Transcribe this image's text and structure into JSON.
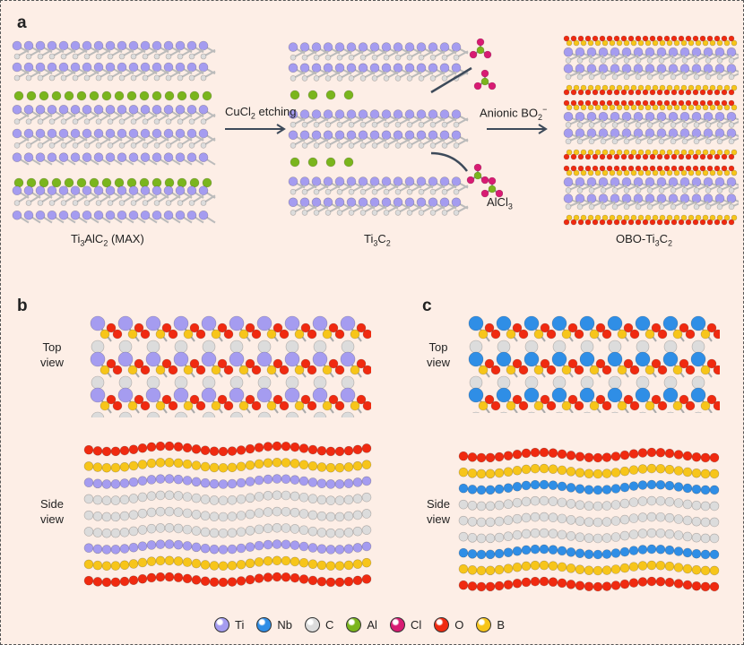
{
  "panels": {
    "a": "a",
    "b": "b",
    "c": "c"
  },
  "panel_a": {
    "max_label": {
      "p1": "Ti",
      "s1": "3",
      "p2": "AlC",
      "s2": "2",
      "p3": " (MAX)"
    },
    "etch_label": {
      "p1": "CuCl",
      "s1": "2",
      "p2": " etching"
    },
    "mxene_label": {
      "p1": "Ti",
      "s1": "3",
      "p2": "C",
      "s2": "2"
    },
    "alcl3_label": {
      "p1": "AlCl",
      "s1": "3"
    },
    "anion_label": {
      "p1": "Anionic BO",
      "s1": "2",
      "sup": "−"
    },
    "obo_label": {
      "p1": "OBO-Ti",
      "s1": "3",
      "p2": "C",
      "s2": "2"
    }
  },
  "views": {
    "top": [
      "Top",
      "view"
    ],
    "side": [
      "Side",
      "view"
    ]
  },
  "legend": [
    {
      "symbol": "Ti",
      "color": "#a59cf0"
    },
    {
      "symbol": "Nb",
      "color": "#2f8ee6"
    },
    {
      "symbol": "C",
      "color": "#dcdcdc"
    },
    {
      "symbol": "Al",
      "color": "#7ab51d"
    },
    {
      "symbol": "Cl",
      "color": "#d81b73"
    },
    {
      "symbol": "O",
      "color": "#f02a10"
    },
    {
      "symbol": "B",
      "color": "#f7c51a"
    }
  ]
}
